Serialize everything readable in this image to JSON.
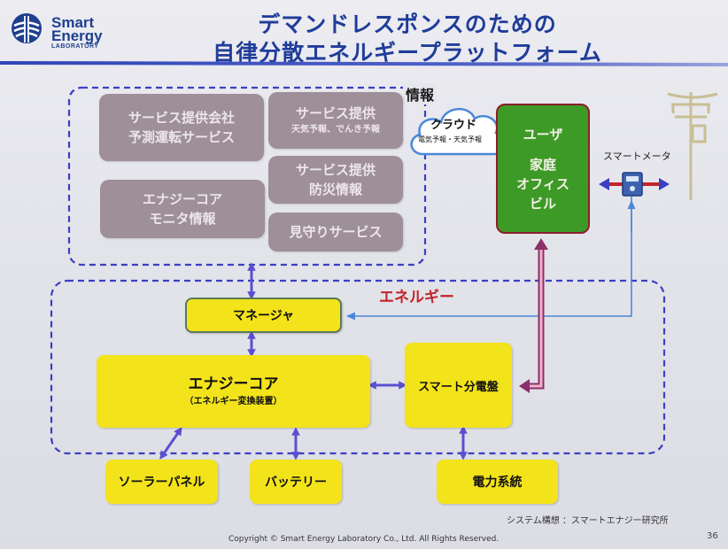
{
  "logo": {
    "line1": "Smart",
    "line2": "Energy",
    "line3": "LABORATORY"
  },
  "title": {
    "line1": "デマンドレスポンスのための",
    "line2": "自律分散エネルギープラットフォーム"
  },
  "info_section": {
    "label": "情報",
    "services": [
      {
        "line1": "サービス提供会社",
        "line2": "予測運転サービス"
      },
      {
        "line1": "サービス提供",
        "line2": "天気予報、でんき予報"
      },
      {
        "line1": "サービス提供",
        "line2": "防災情報"
      },
      {
        "line1": "エナジーコア",
        "line2": "モニタ情報"
      },
      {
        "line1": "見守りサービス"
      }
    ]
  },
  "cloud": {
    "title": "クラウド",
    "subtitle": "電気予報・天気予報"
  },
  "user_box": {
    "line1": "ユーザ",
    "line2": "家庭",
    "line3": "オフィス",
    "line4": "ビル"
  },
  "smart_meter_label": "スマートメータ",
  "energy_section": {
    "label": "エネルギー"
  },
  "manager_label": "マネージャ",
  "energy_core": {
    "title": "エナジーコア",
    "subtitle": "（エネルギー変換装置）"
  },
  "smart_panel_label": "スマート分電盤",
  "solar_label": "ソーラーパネル",
  "battery_label": "バッテリー",
  "grid_label": "電力系統",
  "source_note": "システム構想 ：スマートエナジー研究所",
  "copyright": "Copyright © Smart Energy Laboratory Co., Ltd. All Rights Reserved.",
  "page_number": "36",
  "colors": {
    "title_blue": "#1f3c99",
    "dashed_blue": "#3a3fc4",
    "gray_box": "#9e8f98",
    "yellow_box": "#f3e31a",
    "green_box": "#3e9a26",
    "energy_label_red": "#c0252b",
    "arrow_purple": "#5b4fd0"
  },
  "icons": [
    "logo-emblem-icon",
    "cloud-icon",
    "smart-meter-icon",
    "utility-pole-icon"
  ]
}
